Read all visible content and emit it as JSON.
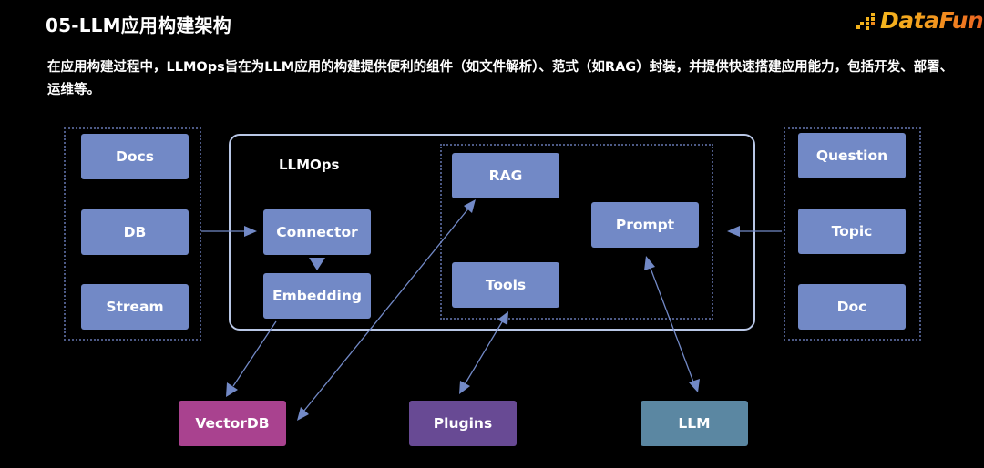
{
  "header": {
    "title": "05-LLM应用构建架构",
    "description": "在应用构建过程中，LLMOps旨在为LLM应用的构建提供便利的组件（如文件解析）、范式（如RAG）封装，并提供快速搭建应用能力，包括开发、部署、运维等。",
    "logo_text": "DataFun."
  },
  "diagram": {
    "sources": [
      "Docs",
      "DB",
      "Stream"
    ],
    "container_label": "LLMOps",
    "connector": "Connector",
    "embedding": "Embedding",
    "rag": "RAG",
    "tools": "Tools",
    "prompt": "Prompt",
    "inputs": [
      "Question",
      "Topic",
      "Doc"
    ],
    "external": {
      "vectordb": "VectorDB",
      "plugins": "Plugins",
      "llm": "LLM"
    },
    "colors": {
      "node": "#7289c6",
      "vectordb": "#a9428f",
      "plugins": "#684a94",
      "llm": "#5b87a2",
      "edge": "#7289c6",
      "container_border": "#b9c7e6",
      "group_border": "#4d5a86",
      "logo_start": "#f4b61e",
      "logo_end": "#ec5b22"
    },
    "edges": [
      {
        "from": "DB",
        "to": "Connector",
        "direction": "forward"
      },
      {
        "from": "Connector",
        "to": "Embedding",
        "direction": "forward"
      },
      {
        "from": "Embedding",
        "to": "VectorDB",
        "direction": "forward"
      },
      {
        "from": "VectorDB",
        "to": "RAG",
        "direction": "both"
      },
      {
        "from": "Plugins",
        "to": "Tools",
        "direction": "both"
      },
      {
        "from": "LLM",
        "to": "Prompt",
        "direction": "both"
      },
      {
        "from": "Question/Topic/Doc",
        "to": "Prompt",
        "direction": "forward"
      }
    ]
  }
}
